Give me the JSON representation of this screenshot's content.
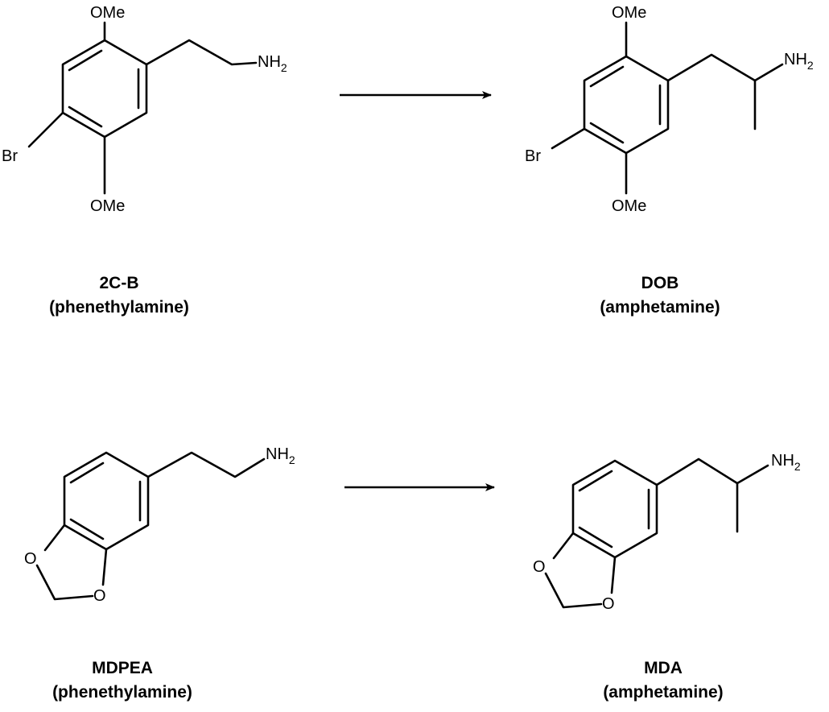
{
  "reactions": [
    {
      "reactant": {
        "name": "2C-B",
        "class": "(phenethylamine)",
        "atoms": {
          "top": "OMe",
          "bottom": "OMe",
          "halogen": "Br",
          "amine": "NH",
          "amine_sub": "2"
        }
      },
      "product": {
        "name": "DOB",
        "class": "(amphetamine)",
        "atoms": {
          "top": "OMe",
          "bottom": "OMe",
          "halogen": "Br",
          "amine": "NH",
          "amine_sub": "2"
        }
      }
    },
    {
      "reactant": {
        "name": "MDPEA",
        "class": "(phenethylamine)",
        "atoms": {
          "o1": "O",
          "o2": "O",
          "amine": "NH",
          "amine_sub": "2"
        }
      },
      "product": {
        "name": "MDA",
        "class": "(amphetamine)",
        "atoms": {
          "o1": "O",
          "o2": "O",
          "amine": "NH",
          "amine_sub": "2"
        }
      }
    }
  ]
}
